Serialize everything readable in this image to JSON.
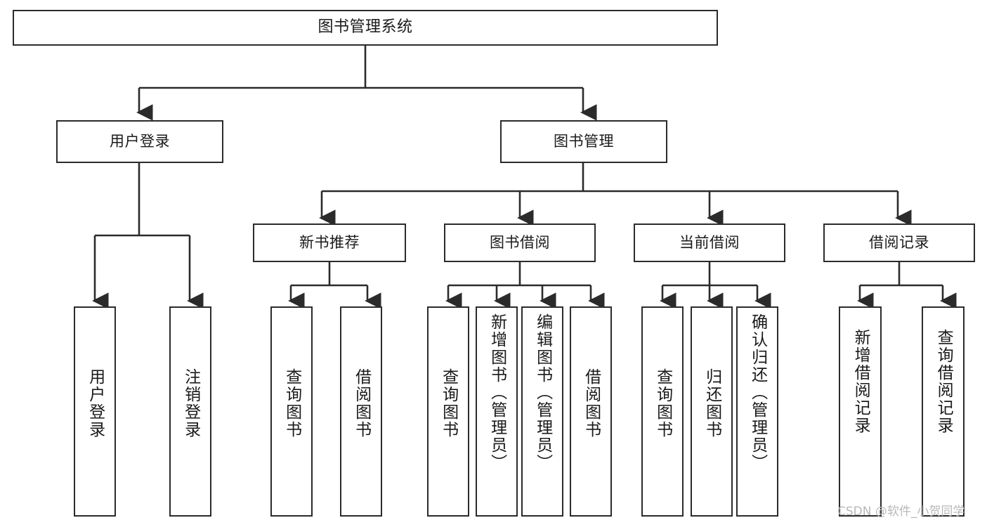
{
  "diagram": {
    "title": "图书管理系统",
    "type": "tree",
    "watermark": "CSDN @软件_小贺同学",
    "line_color": "#2b2b2b",
    "box_fill": "#ffffff",
    "text_color": "#1a1a1a",
    "nodes": {
      "root": {
        "label": "图书管理系统",
        "level": 1
      },
      "user_login": {
        "label": "用户登录",
        "level": 2
      },
      "book_manage": {
        "label": "图书管理",
        "level": 2
      },
      "new_book_rec": {
        "label": "新书推荐",
        "level": 3
      },
      "book_borrow": {
        "label": "图书借阅",
        "level": 3
      },
      "current_borrow": {
        "label": "当前借阅",
        "level": 3
      },
      "borrow_record": {
        "label": "借阅记录",
        "level": 3
      },
      "leaf_user_login": {
        "label": "用户登录",
        "level": 3
      },
      "leaf_logout": {
        "label": "注销登录",
        "level": 3
      },
      "leaf_query_book_1": {
        "label": "查询图书",
        "level": 4
      },
      "leaf_borrow_book_1": {
        "label": "借阅图书",
        "level": 4
      },
      "leaf_query_book_2": {
        "label": "查询图书",
        "level": 4
      },
      "leaf_add_book": {
        "label": "新增图书（管理员）",
        "level": 4
      },
      "leaf_edit_book": {
        "label": "编辑图书（管理员）",
        "level": 4
      },
      "leaf_borrow_book_2": {
        "label": "借阅图书",
        "level": 4
      },
      "leaf_query_book_3": {
        "label": "查询图书",
        "level": 4
      },
      "leaf_return_book": {
        "label": "归还图书",
        "level": 4
      },
      "leaf_confirm_return": {
        "label": "确认归还（管理员）",
        "level": 4
      },
      "leaf_add_record": {
        "label": "新增借阅记录",
        "level": 4
      },
      "leaf_query_record": {
        "label": "查询借阅记录",
        "level": 4
      }
    }
  }
}
